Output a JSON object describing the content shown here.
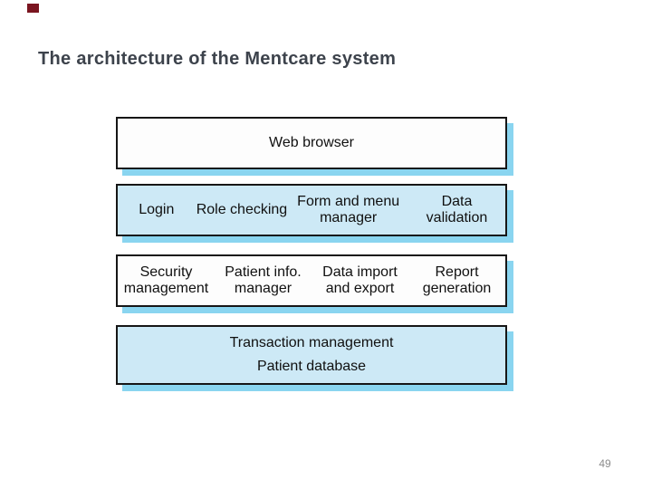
{
  "slide": {
    "title": "The architecture of the Mentcare system",
    "page_number": "49"
  },
  "colors": {
    "accent_square": "#7a1520",
    "title_text": "#3d434c",
    "layer_fill_blue": "#cde9f6",
    "layer_fill_white": "#fdfdfd",
    "box_border": "#161616",
    "box_shadow_cyan": "#8ad5f0",
    "component_text": "#101010",
    "page_number_text": "#8c8c8c"
  },
  "diagram": {
    "layers": [
      {
        "id": "web-browser",
        "fill": "white",
        "items": [
          {
            "lines": [
              "Web browser"
            ]
          }
        ]
      },
      {
        "id": "ui-management",
        "fill": "blue",
        "items": [
          {
            "lines": [
              "Login"
            ]
          },
          {
            "lines": [
              "Role checking"
            ]
          },
          {
            "lines": [
              "Form and menu",
              "manager"
            ]
          },
          {
            "lines": [
              "Data",
              "validation"
            ]
          }
        ]
      },
      {
        "id": "application-services",
        "fill": "white",
        "items": [
          {
            "lines": [
              "Security",
              "management"
            ]
          },
          {
            "lines": [
              "Patient info.",
              "manager"
            ]
          },
          {
            "lines": [
              "Data import",
              "and export"
            ]
          },
          {
            "lines": [
              "Report",
              "generation"
            ]
          }
        ]
      },
      {
        "id": "database-layer",
        "fill": "blue",
        "items": [
          {
            "lines": [
              "Transaction management"
            ]
          },
          {
            "lines": [
              "Patient database"
            ]
          }
        ]
      }
    ]
  }
}
